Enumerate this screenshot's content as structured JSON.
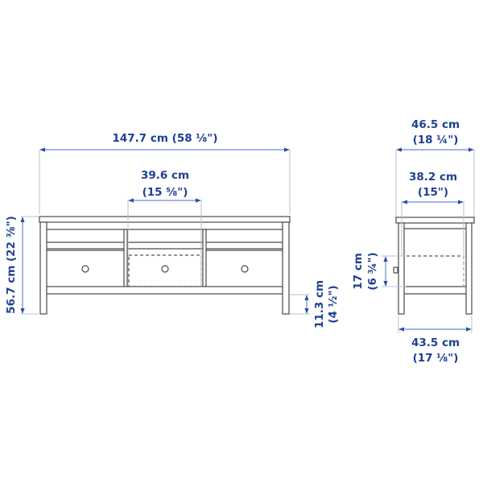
{
  "diagram": {
    "type": "furniture-dimension-drawing",
    "colors": {
      "dimension_text": "#1f3f94",
      "dimension_line": "#4a6bbf",
      "furniture_line": "#4a4a4a"
    },
    "front_view": {
      "width": {
        "label": "147.7 cm (58 ⅛\")"
      },
      "drawer_width": {
        "label_cm": "39.6 cm",
        "label_in": "(15 ⅝\")"
      },
      "height": {
        "label": "56.7 cm (22 ⅜\")"
      },
      "leg_clearance": {
        "label_cm": "11.3 cm",
        "label_in": "(4 ½\")"
      }
    },
    "side_view": {
      "depth": {
        "label_cm": "46.5 cm",
        "label_in": "(18 ¼\")"
      },
      "drawer_depth": {
        "label_cm": "38.2 cm",
        "label_in": "(15\")"
      },
      "drawer_height": {
        "label_cm": "17 cm",
        "label_in": "(6 ¾\")"
      },
      "frame_depth": {
        "label_cm": "43.5 cm",
        "label_in": "(17 ⅛\")"
      }
    }
  }
}
